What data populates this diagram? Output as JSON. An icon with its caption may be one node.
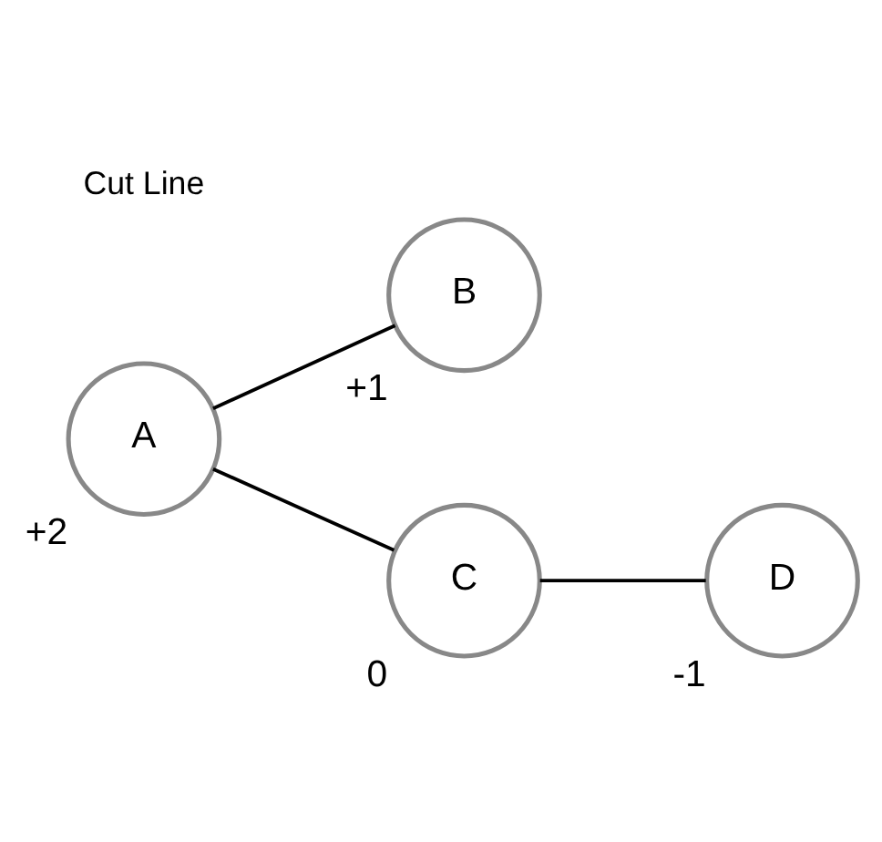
{
  "diagram": {
    "nodes": [
      {
        "text": [
          "A"
        ],
        "beside": [
          "+2"
        ]
      },
      {
        "text": [
          "B"
        ],
        "beside": [
          "+1"
        ]
      },
      {
        "text": [
          "C"
        ],
        "beside": [
          "0"
        ]
      },
      {
        "text": [
          "D"
        ],
        "beside": [
          "-1"
        ]
      }
    ],
    "edges": [
      {
        "from": 0,
        "to": 1,
        "arrow": "none"
      },
      {
        "from": 0,
        "to": 2,
        "arrow": "none"
      },
      {
        "from": 2,
        "to": 3,
        "arrow": "none"
      }
    ],
    "labels": [
      "Cut Line"
    ]
  }
}
